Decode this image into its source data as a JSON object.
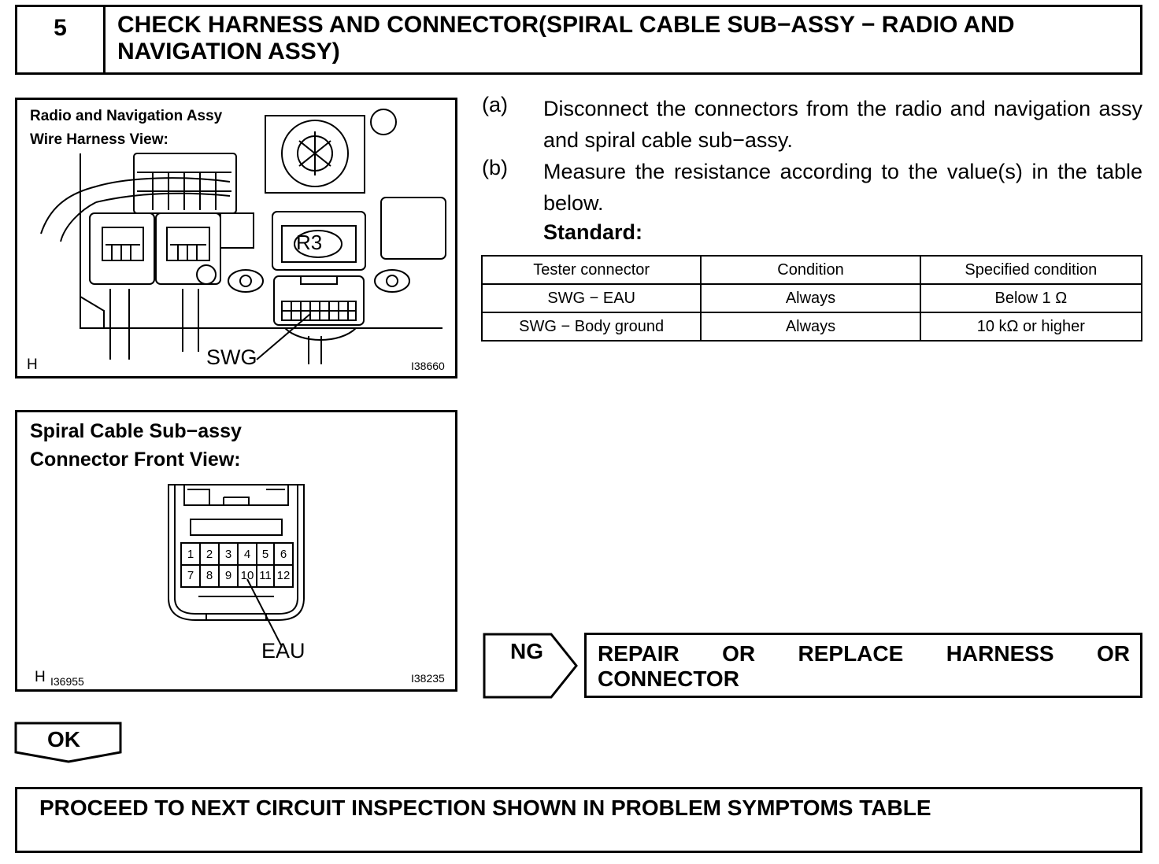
{
  "step": {
    "number": "5",
    "title": "CHECK HARNESS AND CONNECTOR(SPIRAL CABLE SUB−ASSY − RADIO AND NAVIGATION ASSY)"
  },
  "figure1": {
    "title_line1": "Radio and Navigation Assy",
    "title_line2": "Wire Harness View:",
    "connector_label": "R3",
    "terminal_label": "SWG",
    "corner_mark": "H",
    "figure_id": "I38660"
  },
  "figure2": {
    "title_line1": "Spiral Cable Sub−assy",
    "title_line2": "Connector Front View:",
    "pins_row1": [
      "1",
      "2",
      "3",
      "4",
      "5",
      "6"
    ],
    "pins_row2": [
      "7",
      "8",
      "9",
      "10",
      "11",
      "12"
    ],
    "terminal_label": "EAU",
    "corner_mark": "H",
    "sub_id": "I36955",
    "figure_id": "I38235"
  },
  "instructions": [
    {
      "letter": "(a)",
      "text": "Disconnect the connectors from the radio and navigation assy and spiral cable sub−assy."
    },
    {
      "letter": "(b)",
      "text": "Measure the resistance according to the value(s) in the table below."
    }
  ],
  "standard_label": "Standard:",
  "spec_table": {
    "headers": [
      "Tester connector",
      "Condition",
      "Specified condition"
    ],
    "rows": [
      [
        "SWG − EAU",
        "Always",
        "Below 1 Ω"
      ],
      [
        "SWG − Body ground",
        "Always",
        "10 kΩ or higher"
      ]
    ]
  },
  "ng": {
    "label": "NG",
    "line1_words": [
      "REPAIR",
      "OR",
      "REPLACE",
      "HARNESS",
      "OR"
    ],
    "line2": "CONNECTOR"
  },
  "ok": {
    "label": "OK"
  },
  "final": {
    "text": "PROCEED TO NEXT CIRCUIT INSPECTION SHOWN IN PROBLEM SYMPTOMS TABLE"
  }
}
